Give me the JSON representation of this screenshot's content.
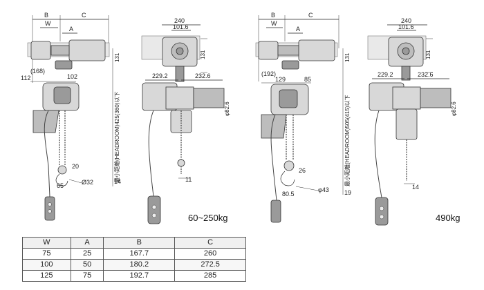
{
  "captions": {
    "left": "60~250kg",
    "right": "490kg"
  },
  "headroom_labels": {
    "left": "最小距離(HEADROOM)425(360)以下",
    "right": "最小距離(HEADROOM)505(415)以下"
  },
  "dims_left": {
    "B": "B",
    "C": "C",
    "W": "W",
    "A": "A",
    "d168": "(168)",
    "d112": "112",
    "d102": "102",
    "d240": "240",
    "d101_6": "101.6",
    "d131": "131",
    "d229_2": "229.2",
    "d232_6": "232.6",
    "phi82_6": "φ82.6",
    "d20": "20",
    "d65": "65",
    "phi32": "Ø32",
    "d14": "14",
    "d11": "11"
  },
  "dims_right": {
    "B": "B",
    "C": "C",
    "W": "W",
    "A": "A",
    "d192": "(192)",
    "d129": "129",
    "d85": "85",
    "d240": "240",
    "d101_6": "101.6",
    "d131": "131",
    "d229_2": "229.2",
    "d232_6": "232.6",
    "phi82_6": "φ82.6",
    "d26": "26",
    "d80_5": "80.5",
    "phi43": "φ43",
    "d19": "19",
    "d14": "14"
  },
  "table": {
    "headers": [
      "W",
      "A",
      "B",
      "C"
    ],
    "rows": [
      [
        "75",
        "25",
        "167.7",
        "260"
      ],
      [
        "100",
        "50",
        "180.2",
        "272.5"
      ],
      [
        "125",
        "75",
        "192.7",
        "285"
      ]
    ]
  }
}
